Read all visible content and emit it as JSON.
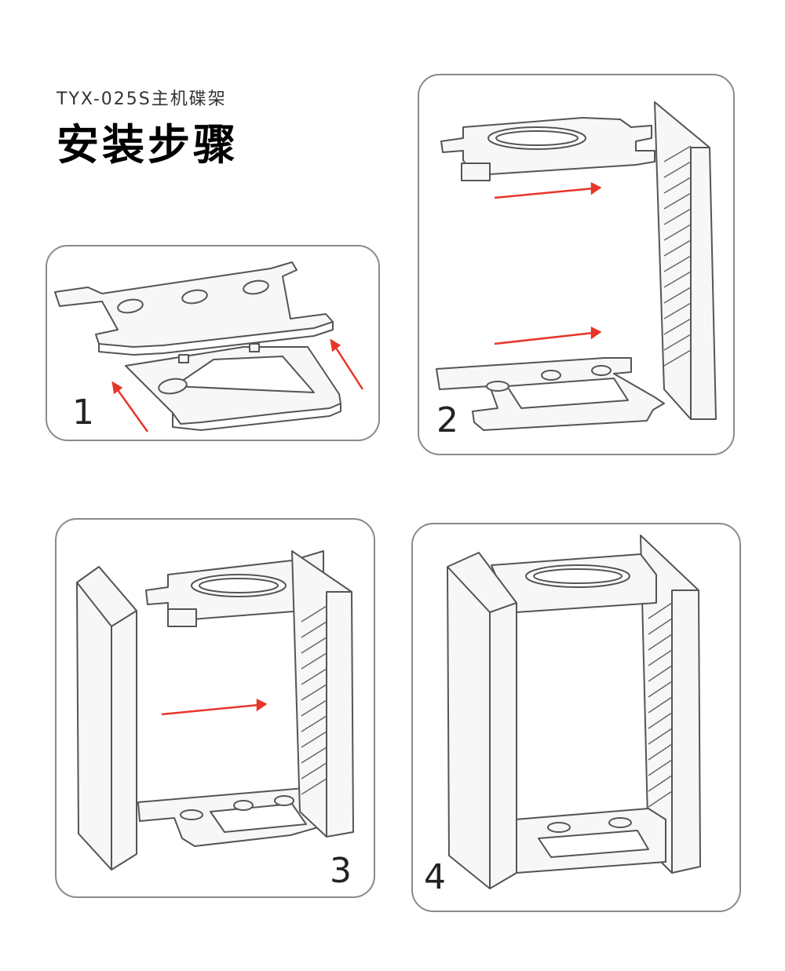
{
  "header": {
    "subtitle": "TYX-025S主机碟架",
    "title": "安装步骤"
  },
  "steps": [
    {
      "number": "1"
    },
    {
      "number": "2"
    },
    {
      "number": "3"
    },
    {
      "number": "4"
    }
  ],
  "colors": {
    "arrow": "#e8352a",
    "line": "#555555",
    "panel_border": "#8a8a8a",
    "fill": "#f7f7f7"
  }
}
